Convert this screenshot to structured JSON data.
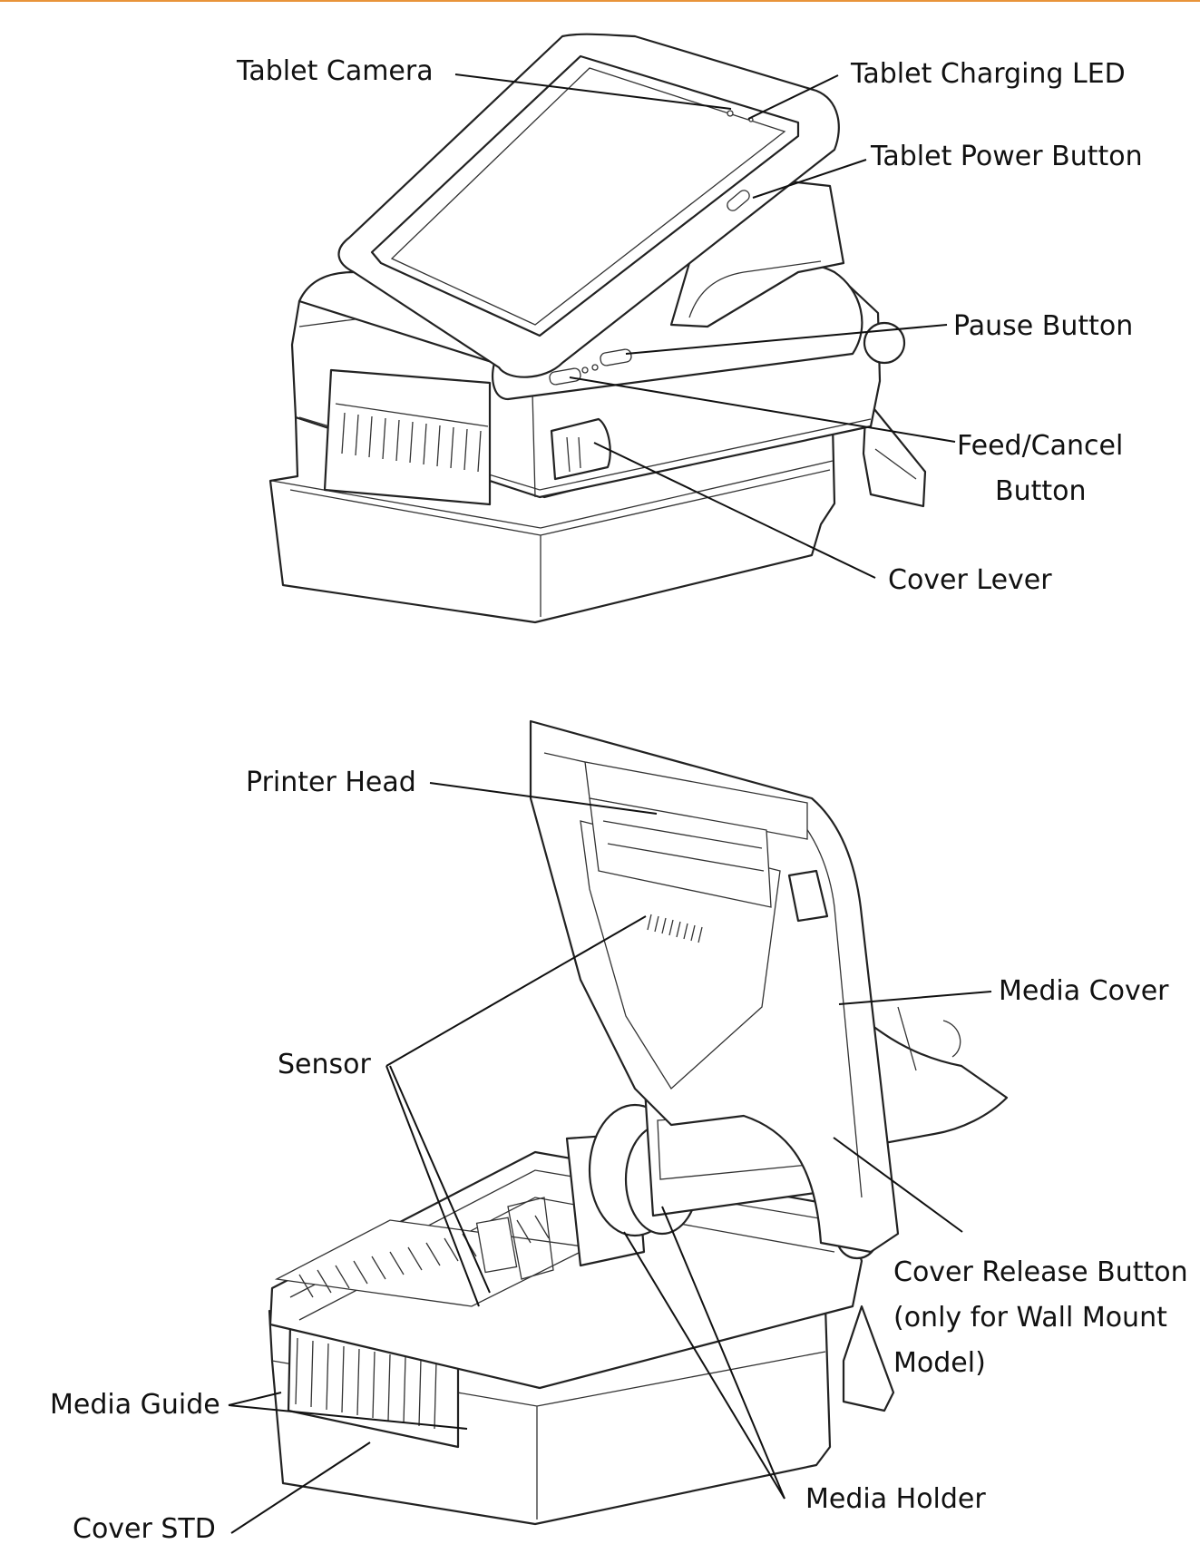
{
  "colors": {
    "top_rule": "#e8943a",
    "ink": "#111111"
  },
  "figure_top": {
    "labels": {
      "tablet_camera": "Tablet Camera",
      "tablet_charging_led": "Tablet Charging LED",
      "tablet_power_button": "Tablet Power Button",
      "pause_button": "Pause Button",
      "feed_cancel_line1": "Feed/Cancel",
      "feed_cancel_line2": "Button",
      "cover_lever": "Cover Lever"
    }
  },
  "figure_bottom": {
    "labels": {
      "printer_head": "Printer Head",
      "media_cover": "Media Cover",
      "sensor": "Sensor",
      "cover_release_line1": "Cover Release Button",
      "cover_release_line2": "(only for Wall Mount",
      "cover_release_line3": "Model)",
      "media_guide": "Media Guide",
      "cover_std": "Cover STD",
      "media_holder": "Media Holder"
    }
  }
}
